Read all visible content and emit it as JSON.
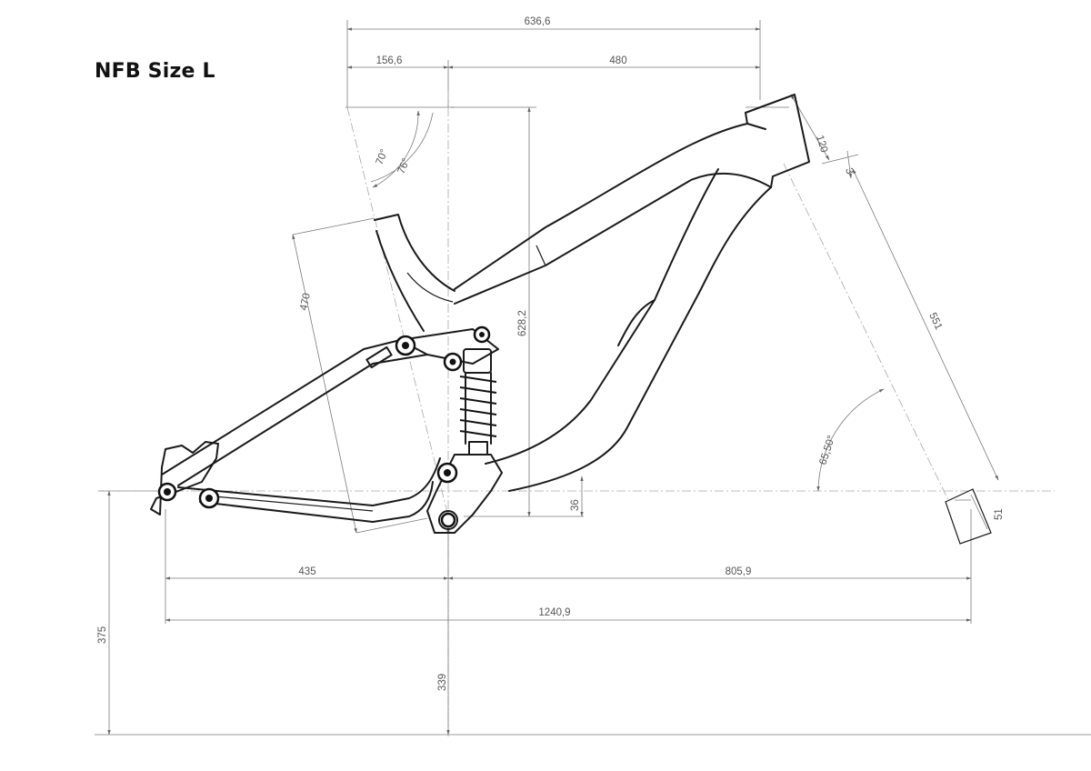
{
  "title": "NFB Size L",
  "dimensions": {
    "top_total": "636,6",
    "top_left": "156,6",
    "top_right": "480",
    "head_tube": "120",
    "head_offset": "3",
    "head_angle_1": "70°",
    "head_angle_2": "76°",
    "seat_tube": "470",
    "stack": "628,2",
    "fork": "551",
    "head_tube_angle": "65,50°",
    "bb_drop": "36",
    "fork_offset": "51",
    "chainstay": "435",
    "front_center": "805,9",
    "wheelbase": "1240,9",
    "axle_height": "375",
    "bb_height": "339"
  }
}
